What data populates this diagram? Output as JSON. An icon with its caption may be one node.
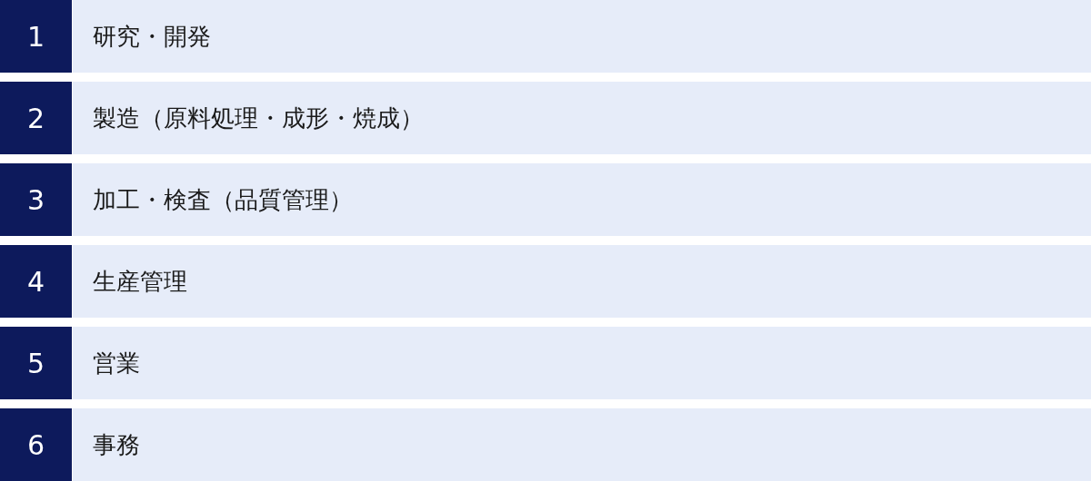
{
  "diagram": {
    "nodes": [
      {
        "text": [
          "1"
        ]
      },
      {
        "text": [
          "研究・開発"
        ]
      },
      {
        "text": [
          "2"
        ]
      },
      {
        "text": [
          "製造（原料処理・成形・焼成）"
        ]
      },
      {
        "text": [
          "3"
        ]
      },
      {
        "text": [
          "加工・検査（品質管理）"
        ]
      },
      {
        "text": [
          "4"
        ]
      },
      {
        "text": [
          "生産管理"
        ]
      },
      {
        "text": [
          "5"
        ]
      },
      {
        "text": [
          "営業"
        ]
      },
      {
        "text": [
          "6"
        ]
      },
      {
        "text": [
          "事務"
        ]
      }
    ]
  }
}
